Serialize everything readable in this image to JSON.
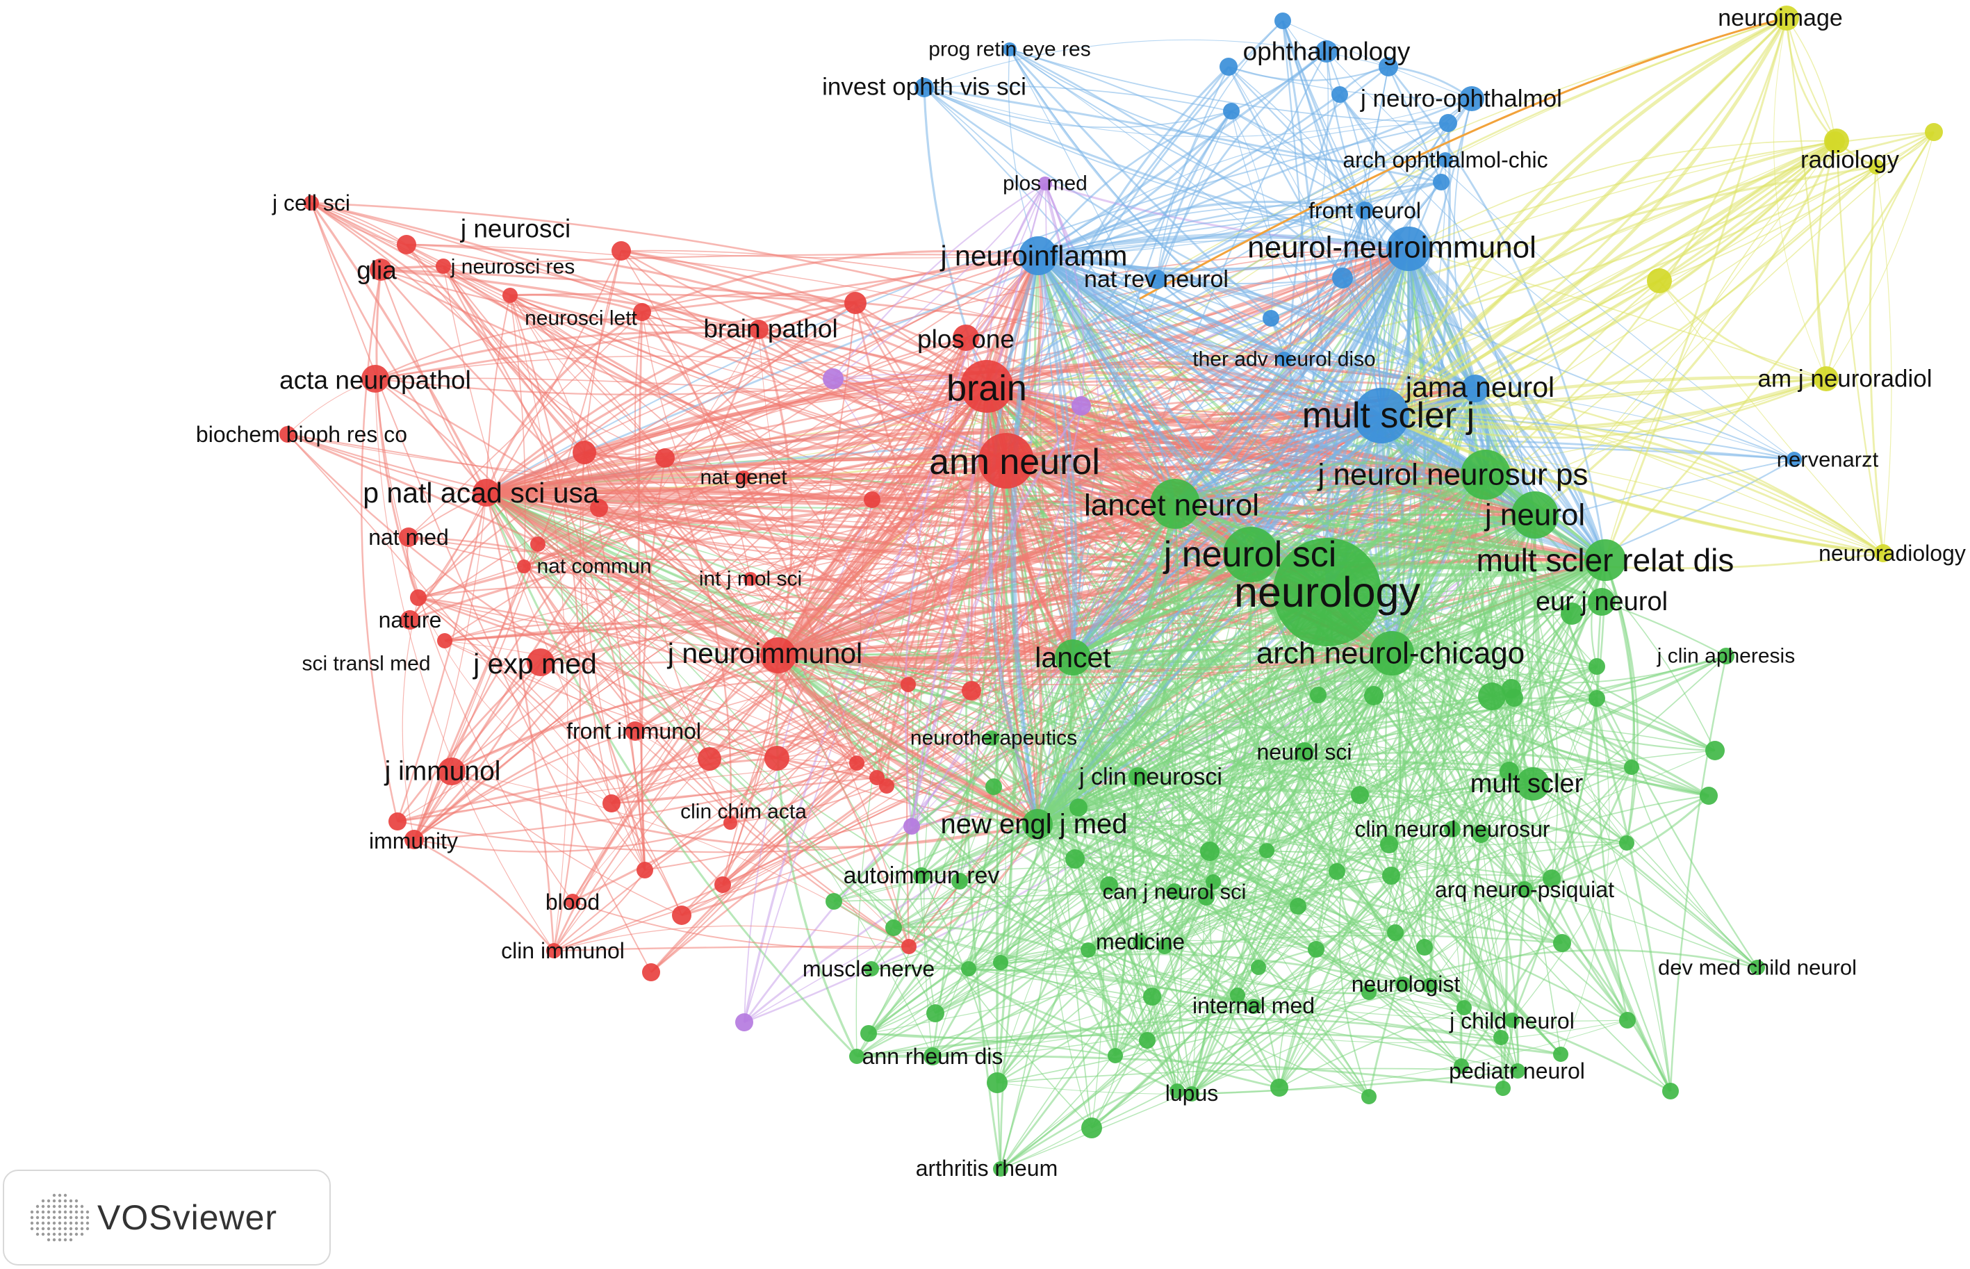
{
  "brand": {
    "name": "VOSviewer"
  },
  "colors": {
    "red": "#e8413f",
    "green": "#41b948",
    "blue": "#3b8fd9",
    "yellow": "#d4d92a",
    "purple": "#b57be0"
  },
  "nodes": [
    {
      "id": "j-cell-sci",
      "label": "j cell sci",
      "cluster": "red",
      "weight": 1
    },
    {
      "id": "j-neurosci",
      "label": "j neurosci",
      "cluster": "red",
      "weight": 2
    },
    {
      "id": "glia",
      "label": "glia",
      "cluster": "red",
      "weight": 2
    },
    {
      "id": "j-neurosci-res",
      "label": "j neurosci res",
      "cluster": "red",
      "weight": 1
    },
    {
      "id": "neurosci-lett",
      "label": "neurosci lett",
      "cluster": "red",
      "weight": 1
    },
    {
      "id": "brain-pathol",
      "label": "brain pathol",
      "cluster": "red",
      "weight": 2
    },
    {
      "id": "plos-one",
      "label": "plos one",
      "cluster": "red",
      "weight": 3
    },
    {
      "id": "brain",
      "label": "brain",
      "cluster": "red",
      "weight": 5
    },
    {
      "id": "acta-neuropathol",
      "label": "acta neuropathol",
      "cluster": "red",
      "weight": 3
    },
    {
      "id": "biochem-bioph-res-co",
      "label": "biochem bioph res co",
      "cluster": "red",
      "weight": 1
    },
    {
      "id": "ann-neurol",
      "label": "ann neurol",
      "cluster": "red",
      "weight": 5
    },
    {
      "id": "p-natl-acad-sci-usa",
      "label": "p natl acad sci usa",
      "cluster": "red",
      "weight": 3
    },
    {
      "id": "nat-genet",
      "label": "nat genet",
      "cluster": "red",
      "weight": 1
    },
    {
      "id": "nat-med",
      "label": "nat med",
      "cluster": "red",
      "weight": 2
    },
    {
      "id": "nat-commun",
      "label": "nat commun",
      "cluster": "red",
      "weight": 1
    },
    {
      "id": "int-j-mol-sci",
      "label": "int j mol sci",
      "cluster": "red",
      "weight": 1
    },
    {
      "id": "nature",
      "label": "nature",
      "cluster": "red",
      "weight": 2
    },
    {
      "id": "sci-transl-med",
      "label": "sci transl med",
      "cluster": "red",
      "weight": 1
    },
    {
      "id": "j-exp-med",
      "label": "j exp med",
      "cluster": "red",
      "weight": 3
    },
    {
      "id": "j-neuroimmunol",
      "label": "j neuroimmunol",
      "cluster": "red",
      "weight": 4
    },
    {
      "id": "front-immunol",
      "label": "front immunol",
      "cluster": "red",
      "weight": 2
    },
    {
      "id": "j-immunol",
      "label": "j immunol",
      "cluster": "red",
      "weight": 3
    },
    {
      "id": "clin-chim-acta",
      "label": "clin chim acta",
      "cluster": "red",
      "weight": 1
    },
    {
      "id": "immunity",
      "label": "immunity",
      "cluster": "red",
      "weight": 2
    },
    {
      "id": "blood",
      "label": "blood",
      "cluster": "red",
      "weight": 1
    },
    {
      "id": "clin-immunol",
      "label": "clin immunol",
      "cluster": "red",
      "weight": 1
    },
    {
      "id": "prog-retin-eye-res",
      "label": "prog retin eye res",
      "cluster": "blue",
      "weight": 1
    },
    {
      "id": "ophthalmology",
      "label": "ophthalmology",
      "cluster": "blue",
      "weight": 2
    },
    {
      "id": "invest-ophth-vis-sci",
      "label": "invest ophth vis sci",
      "cluster": "blue",
      "weight": 2
    },
    {
      "id": "j-neuro-ophthalmol",
      "label": "j neuro-ophthalmol",
      "cluster": "blue",
      "weight": 2
    },
    {
      "id": "arch-ophthalmol-chic",
      "label": "arch ophthalmol-chic",
      "cluster": "blue",
      "weight": 1
    },
    {
      "id": "front-neurol",
      "label": "front neurol",
      "cluster": "blue",
      "weight": 2
    },
    {
      "id": "j-neuroinflamm",
      "label": "j neuroinflamm",
      "cluster": "blue",
      "weight": 3
    },
    {
      "id": "nat-rev-neurol",
      "label": "nat rev neurol",
      "cluster": "blue",
      "weight": 2
    },
    {
      "id": "neurol-neuroimmunol",
      "label": "neurol-neuroimmunol",
      "cluster": "blue",
      "weight": 4
    },
    {
      "id": "ther-adv-neurol-diso",
      "label": "ther adv neurol diso",
      "cluster": "blue",
      "weight": 1
    },
    {
      "id": "jama-neurol",
      "label": "jama neurol",
      "cluster": "blue",
      "weight": 3
    },
    {
      "id": "mult-scler-j",
      "label": "mult scler j",
      "cluster": "blue",
      "weight": 6
    },
    {
      "id": "nervenarzt",
      "label": "nervenarzt",
      "cluster": "blue",
      "weight": 1
    },
    {
      "id": "plos-med",
      "label": "plos med",
      "cluster": "purple",
      "weight": 1
    },
    {
      "id": "neuroimage",
      "label": "neuroimage",
      "cluster": "yellow",
      "weight": 2
    },
    {
      "id": "radiology",
      "label": "radiology",
      "cluster": "yellow",
      "weight": 2
    },
    {
      "id": "am-j-neuroradiol",
      "label": "am j neuroradiol",
      "cluster": "yellow",
      "weight": 2
    },
    {
      "id": "neuroradiology",
      "label": "neuroradiology",
      "cluster": "yellow",
      "weight": 1
    },
    {
      "id": "j-neurol-neurosur-ps",
      "label": "j neurol neurosur ps",
      "cluster": "green",
      "weight": 4
    },
    {
      "id": "lancet-neurol",
      "label": "lancet neurol",
      "cluster": "green",
      "weight": 4
    },
    {
      "id": "j-neurol",
      "label": "j neurol",
      "cluster": "green",
      "weight": 4
    },
    {
      "id": "j-neurol-sci",
      "label": "j neurol sci",
      "cluster": "green",
      "weight": 5
    },
    {
      "id": "mult-scler-relat-dis",
      "label": "mult scler relat dis",
      "cluster": "green",
      "weight": 5
    },
    {
      "id": "neurology",
      "label": "neurology",
      "cluster": "green",
      "weight": 7
    },
    {
      "id": "eur-j-neurol",
      "label": "eur j neurol",
      "cluster": "green",
      "weight": 3
    },
    {
      "id": "arch-neurol-chicago",
      "label": "arch neurol-chicago",
      "cluster": "green",
      "weight": 5
    },
    {
      "id": "lancet",
      "label": "lancet",
      "cluster": "green",
      "weight": 4
    },
    {
      "id": "j-clin-apheresis",
      "label": "j clin apheresis",
      "cluster": "green",
      "weight": 1
    },
    {
      "id": "neurotherapeutics",
      "label": "neurotherapeutics",
      "cluster": "green",
      "weight": 1
    },
    {
      "id": "j-clin-neurosci",
      "label": "j clin neurosci",
      "cluster": "green",
      "weight": 2
    },
    {
      "id": "neurol-sci",
      "label": "neurol sci",
      "cluster": "green",
      "weight": 2
    },
    {
      "id": "mult-scler",
      "label": "mult scler",
      "cluster": "green",
      "weight": 3
    },
    {
      "id": "new-engl-j-med",
      "label": "new engl j med",
      "cluster": "green",
      "weight": 3
    },
    {
      "id": "clin-neurol-neurosur",
      "label": "clin neurol neurosur",
      "cluster": "green",
      "weight": 1
    },
    {
      "id": "autoimmun-rev",
      "label": "autoimmun rev",
      "cluster": "green",
      "weight": 2
    },
    {
      "id": "can-j-neurol-sci",
      "label": "can j neurol sci",
      "cluster": "green",
      "weight": 1
    },
    {
      "id": "arq-neuro-psiquiat",
      "label": "arq neuro-psiquiat",
      "cluster": "green",
      "weight": 1
    },
    {
      "id": "medicine",
      "label": "medicine",
      "cluster": "green",
      "weight": 1
    },
    {
      "id": "muscle-nerve",
      "label": "muscle nerve",
      "cluster": "green",
      "weight": 1
    },
    {
      "id": "dev-med-child-neurol",
      "label": "dev med child neurol",
      "cluster": "green",
      "weight": 1
    },
    {
      "id": "neurologist",
      "label": "neurologist",
      "cluster": "green",
      "weight": 1
    },
    {
      "id": "internal-med",
      "label": "internal med",
      "cluster": "green",
      "weight": 1
    },
    {
      "id": "j-child-neurol",
      "label": "j child neurol",
      "cluster": "green",
      "weight": 1
    },
    {
      "id": "ann-rheum-dis",
      "label": "ann rheum dis",
      "cluster": "green",
      "weight": 1
    },
    {
      "id": "pediatr-neurol",
      "label": "pediatr neurol",
      "cluster": "green",
      "weight": 1
    },
    {
      "id": "lupus",
      "label": "lupus",
      "cluster": "green",
      "weight": 1
    },
    {
      "id": "arthritis-rheum",
      "label": "arthritis rheum",
      "cluster": "green",
      "weight": 1
    }
  ]
}
